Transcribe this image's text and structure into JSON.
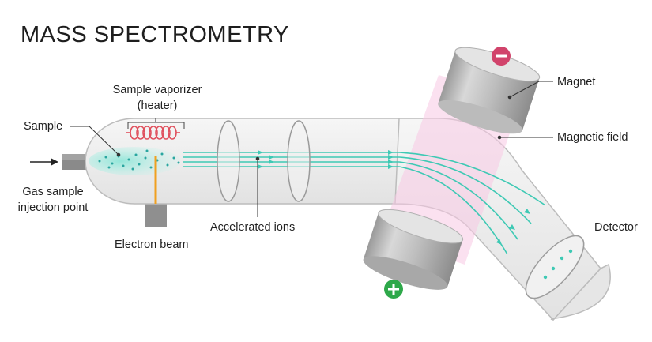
{
  "title": "MASS SPECTROMETRY",
  "labels": {
    "sample": "Sample",
    "vaporizer_line1": "Sample vaporizer",
    "vaporizer_line2": "(heater)",
    "gas_line1": "Gas sample",
    "gas_line2": "injection point",
    "electron_beam": "Electron beam",
    "accelerated_ions": "Accelerated ions",
    "magnet": "Magnet",
    "magnetic_field": "Magnetic field",
    "detector": "Detector"
  },
  "poles": {
    "negative_symbol": "−",
    "positive_symbol": "+"
  },
  "colors": {
    "tube": "#efefef",
    "tube_outline": "#bdbdbd",
    "ion_paths": "#3ec9b4",
    "magnetic_field": "#f7c9e4",
    "heater_coil": "#e0505d",
    "electron_beam": "#f0a020",
    "negative_pole": "#d1436b",
    "positive_pole": "#2ea84a"
  }
}
